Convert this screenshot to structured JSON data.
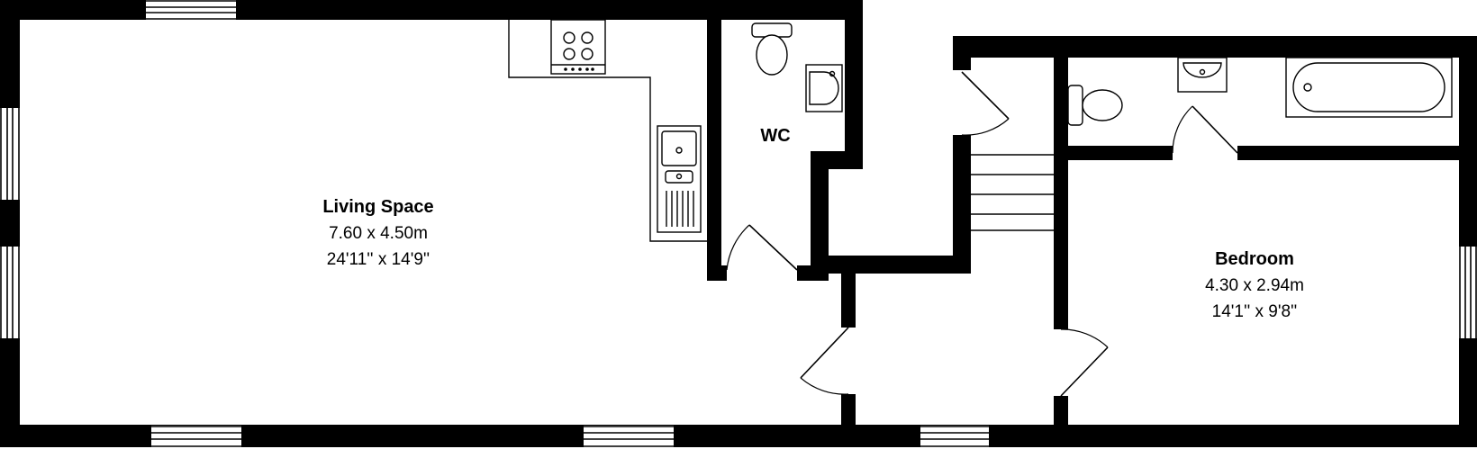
{
  "rooms": {
    "living": {
      "name": "Living Space",
      "metric": "7.60 x 4.50m",
      "imperial": "24'11'' x 14'9''"
    },
    "wc": {
      "name": "WC"
    },
    "bedroom": {
      "name": "Bedroom",
      "metric": "4.30 x 2.94m",
      "imperial": "14'1'' x 9'8''"
    }
  }
}
